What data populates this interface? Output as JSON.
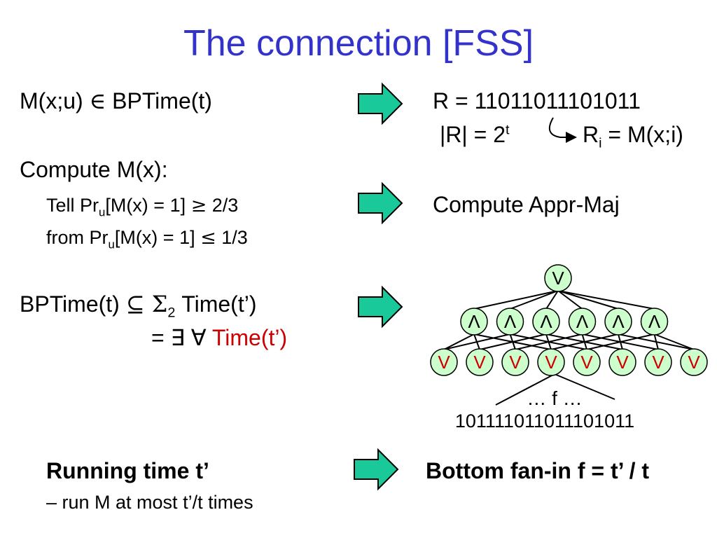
{
  "title": "The connection [FSS]",
  "row1": {
    "left": {
      "pre": "M(x;u) ",
      "sym": "∈",
      "post": " BPTime(t)"
    },
    "right_r": "R = 11011011101011",
    "right_len": {
      "pre": "|R| = 2",
      "sup": "t"
    },
    "right_ri": {
      "pre": "R",
      "sub": "i",
      "post": " = M(x;i)"
    }
  },
  "row2": {
    "heading": "Compute M(x):",
    "line1": {
      "pre": "Tell Pr",
      "sub": "u",
      "post": "[M(x) = 1] ",
      "sym": "≥",
      "tail": " 2/3"
    },
    "line2": {
      "pre": "from Pr",
      "sub": "u",
      "post": "[M(x) = 1] ",
      "sym": "≤",
      "tail": " 1/3"
    },
    "right": "Compute Appr-Maj"
  },
  "row3": {
    "line1": {
      "pre": "BPTime(t) ",
      "sym": "⊆",
      "mid": "  Σ",
      "sub": "2",
      "post": " Time(t’)"
    },
    "line2": {
      "pre": "= ∃ ∀ ",
      "red": "Time(t’)"
    }
  },
  "circuit": {
    "top_gate": "V",
    "and_gates": [
      "Λ",
      "Λ",
      "Λ",
      "Λ",
      "Λ",
      "Λ"
    ],
    "bottom_gates": [
      "V",
      "V",
      "V",
      "V",
      "V",
      "V",
      "V",
      "V"
    ],
    "fanin_label": "… f …",
    "input_bits": "101111011011101011"
  },
  "row4": {
    "left": "Running time t’",
    "left_sub": "– run M at most t’/t times",
    "right": "Bottom fan-in f = t’ / t"
  },
  "colors": {
    "title": "#3333cc",
    "arrow_fill": "#19c99a",
    "gate_fill": "#ccffcc",
    "red_text": "#cc0000"
  }
}
